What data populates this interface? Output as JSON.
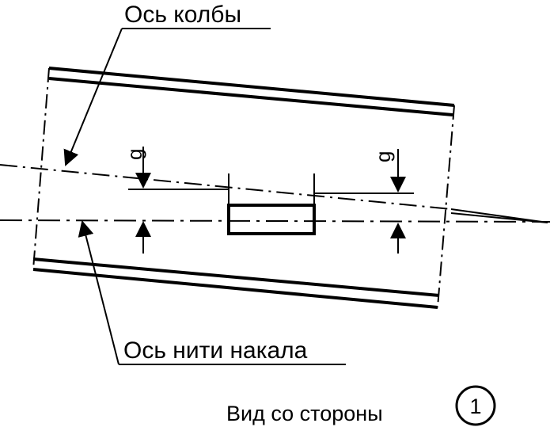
{
  "labels": {
    "bulb_axis": "Ось колбы",
    "filament_axis": "Ось нити накала",
    "view_caption": "Вид со стороны",
    "view_number": "1",
    "gap_left": "g",
    "gap_right": "g"
  },
  "colors": {
    "ink": "#000000",
    "paper": "#ffffff"
  }
}
